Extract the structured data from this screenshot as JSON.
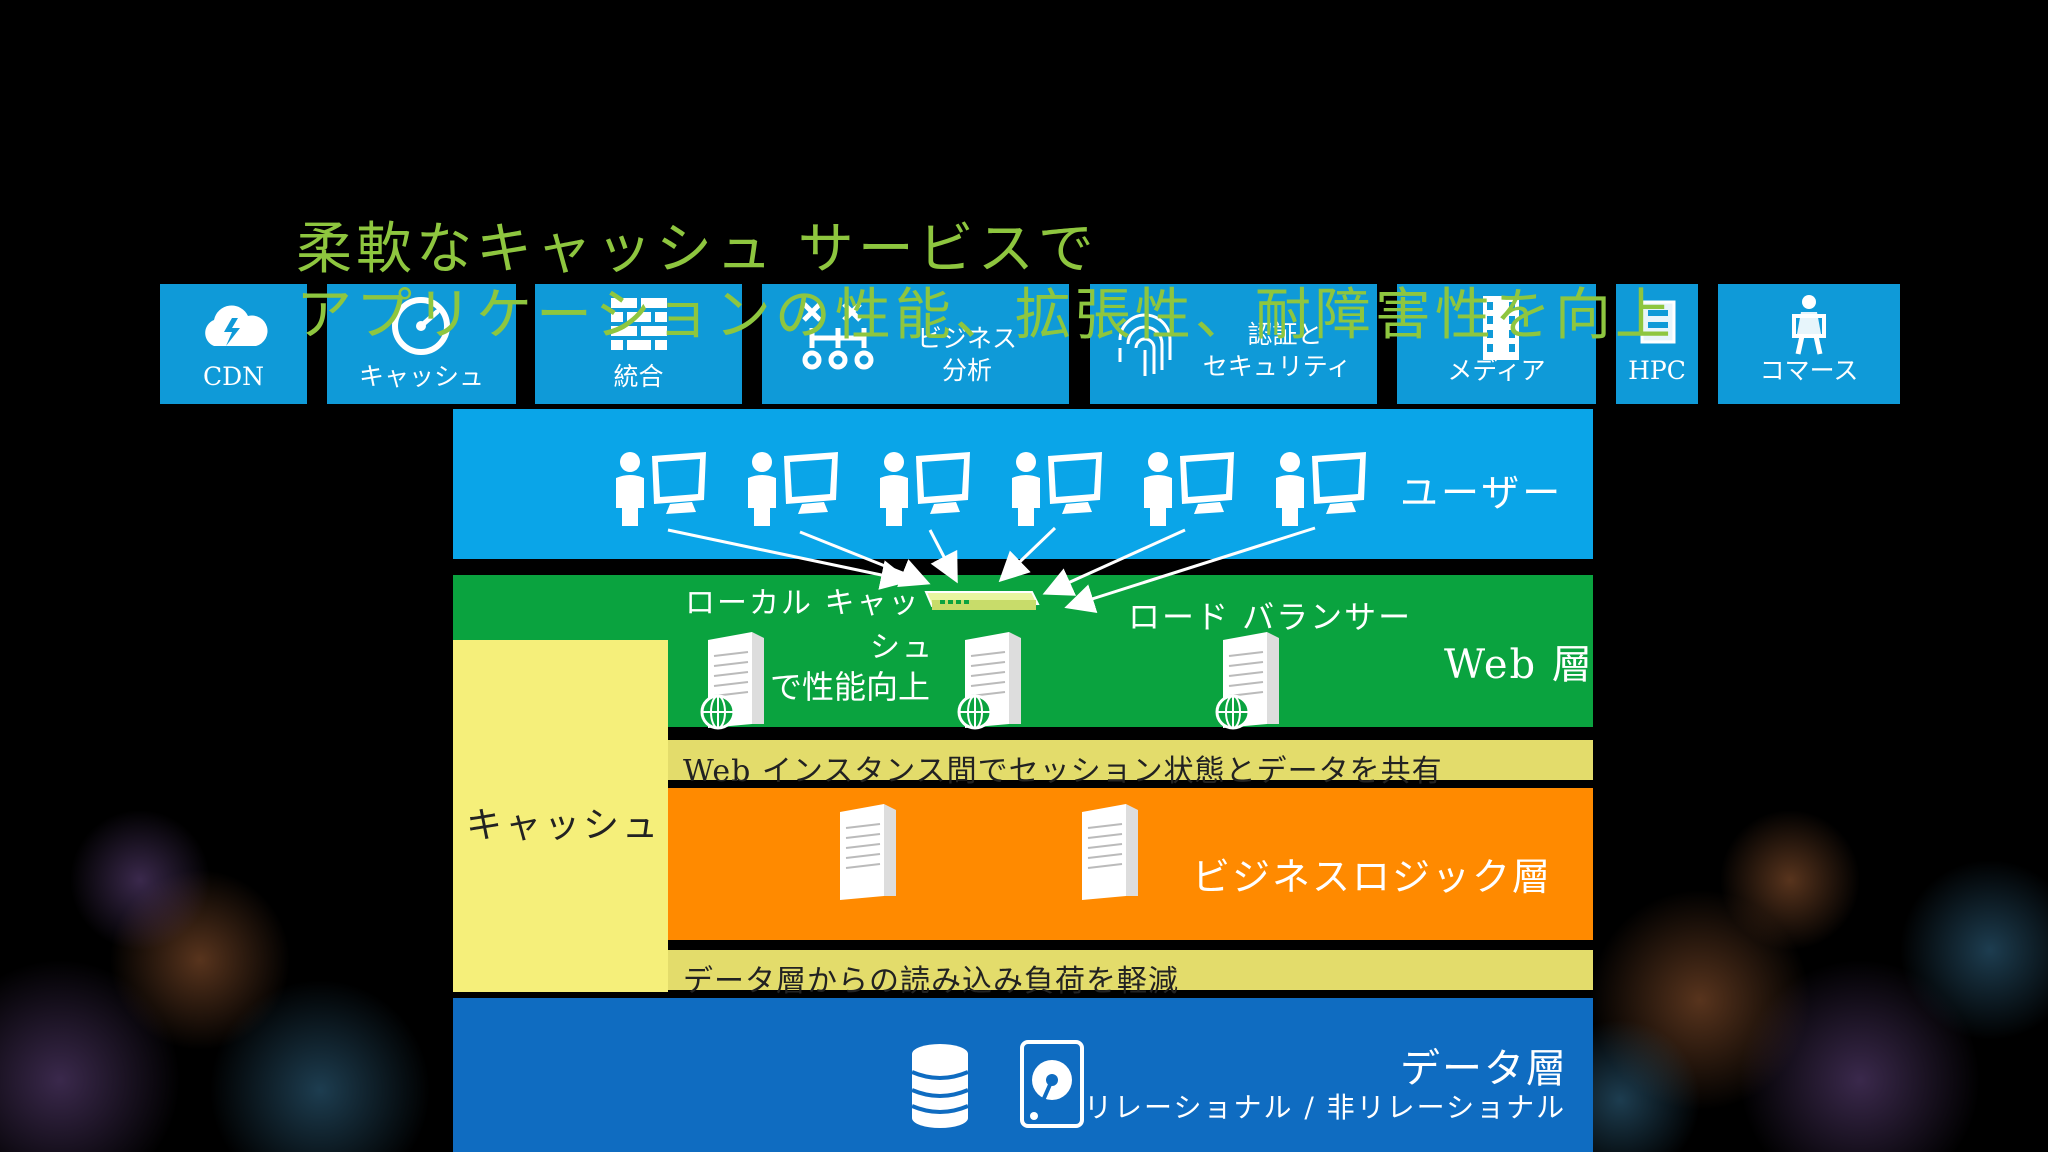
{
  "title": {
    "line1": "柔軟なキャッシュ サービスで",
    "line2": "アプリケーションの性能、拡張性、耐障害性を向上"
  },
  "tiles": [
    {
      "id": "cdn",
      "label": "CDN",
      "icon": "cloud-lightning-icon"
    },
    {
      "id": "cache",
      "label": "キャッシュ",
      "icon": "gauge-icon"
    },
    {
      "id": "integration",
      "label": "統合",
      "icon": "brick-wall-icon"
    },
    {
      "id": "analytics",
      "label_l1": "ビジネス",
      "label_l2": "分析",
      "icon": "network-nodes-icon"
    },
    {
      "id": "security",
      "label_l1": "認証と",
      "label_l2": "セキュリティ",
      "icon": "fingerprint-icon"
    },
    {
      "id": "media",
      "label": "メディア",
      "icon": "film-icon"
    },
    {
      "id": "hpc",
      "label": "HPC",
      "icon": "chip-icon"
    },
    {
      "id": "commerce",
      "label": "コマース",
      "icon": "shopper-icon"
    }
  ],
  "tiers": {
    "users": {
      "label": "ユーザー",
      "count": 6
    },
    "web": {
      "label": "Web 層",
      "lb_label": "ロード バランサー",
      "local_cache_l1": "ローカル キャッ",
      "local_cache_l2": "シュ",
      "local_cache_l3": "で性能向上"
    },
    "session": {
      "label": "Web インスタンス間でセッション状態とデータを共有"
    },
    "business": {
      "label": "ビジネスロジック層"
    },
    "readload": {
      "label": "データ層からの読み込み負荷を軽減"
    },
    "data": {
      "label": "データ層",
      "sub": "リレーショナル / 非リレーショナル"
    },
    "cache_side": {
      "label": "キャッシュ"
    }
  },
  "colors": {
    "tile": "#0f9ad8",
    "users": "#0aa5e8",
    "web": "#0aa33f",
    "business": "#ff8a00",
    "data": "#0f6cc1",
    "cache": "#f5ef7a",
    "strip": "#e3dc6b",
    "title": "#8ec63f"
  }
}
